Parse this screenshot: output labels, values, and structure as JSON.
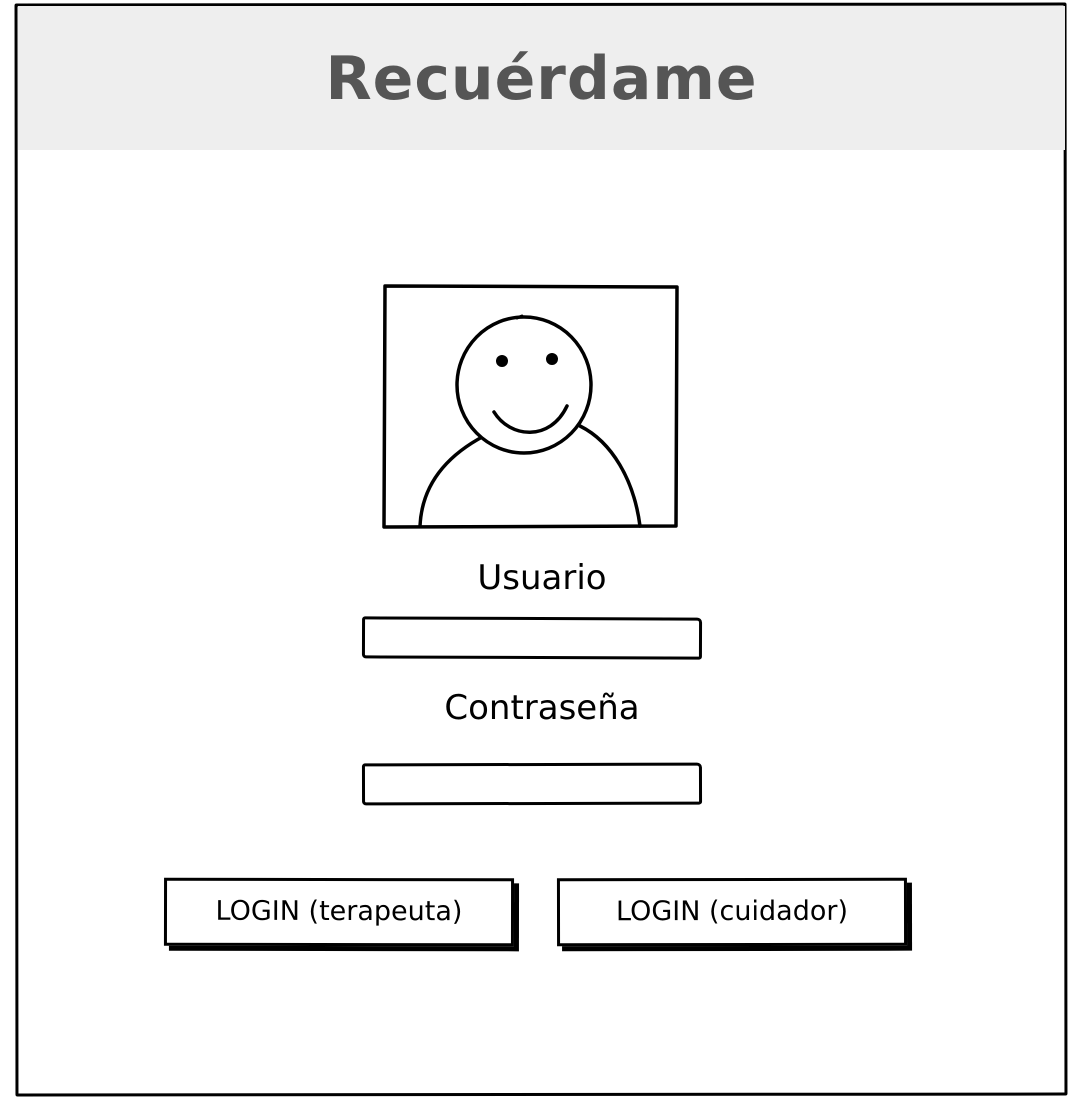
{
  "app": {
    "title": "Recuérdame"
  },
  "avatar": {
    "icon": "user-placeholder-icon"
  },
  "form": {
    "user_label": "Usuario",
    "user_value": "",
    "password_label": "Contraseña",
    "password_value": ""
  },
  "buttons": {
    "login_therapist": "LOGIN (terapeuta)",
    "login_caregiver": "LOGIN (cuidador)"
  },
  "colors": {
    "header_bg": "#eeeeee",
    "title_text": "#555555",
    "stroke": "#000000"
  }
}
